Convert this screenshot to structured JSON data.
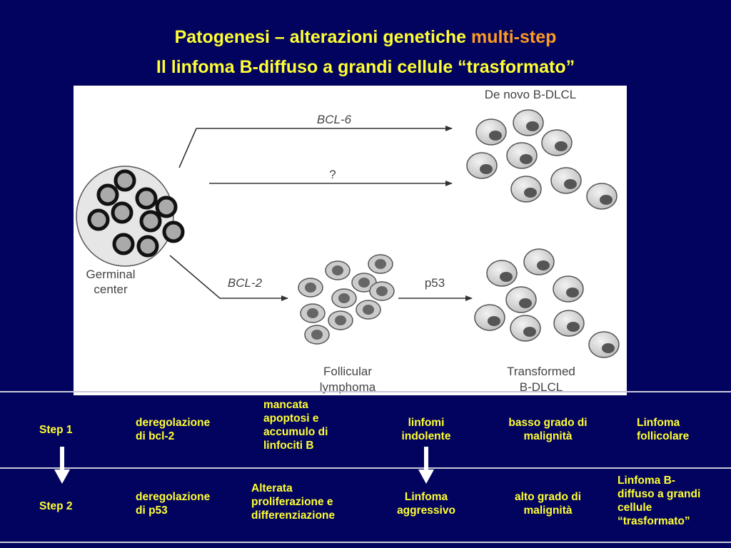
{
  "slide": {
    "title_line1_prefix": "Patogenesi – alterazioni genetiche ",
    "title_line1_accent": "multi-step",
    "title_line2": "Il linfoma B-diffuso a grandi cellule “trasformato”",
    "colors": {
      "background": "#02035e",
      "text": "#ffff33",
      "accent": "#ff9922"
    }
  },
  "figure": {
    "labels": {
      "germinal_center": [
        "Germinal",
        "center"
      ],
      "bcl6": "BCL-6",
      "question": "?",
      "bcl2": "BCL-2",
      "p53": "p53",
      "de_novo": "De novo B-DLCL",
      "follicular": [
        "Follicular",
        "lymphoma"
      ],
      "transformed": [
        "Transformed",
        "B-DLCL"
      ]
    }
  },
  "table": {
    "rows": [
      {
        "step": "Step 1",
        "gene": [
          "deregolazione",
          "di bcl-2"
        ],
        "effect": [
          "mancata",
          "apoptosi e",
          "accumulo di",
          "linfociti B"
        ],
        "clinical": [
          "linfomi",
          "indolente"
        ],
        "grade": [
          "basso grado di",
          "malignità"
        ],
        "diagnosis": [
          "Linfoma",
          "follicolare"
        ]
      },
      {
        "step": "Step 2",
        "gene": [
          "deregolazione",
          "di p53"
        ],
        "effect": [
          "Alterata",
          "proliferazione e",
          "differenziazione"
        ],
        "clinical": [
          "Linfoma",
          "aggressivo"
        ],
        "grade": [
          "alto grado di",
          "malignità"
        ],
        "diagnosis": [
          "Linfoma B-",
          "diffuso a grandi",
          "cellule",
          "“trasformato”"
        ]
      }
    ]
  }
}
